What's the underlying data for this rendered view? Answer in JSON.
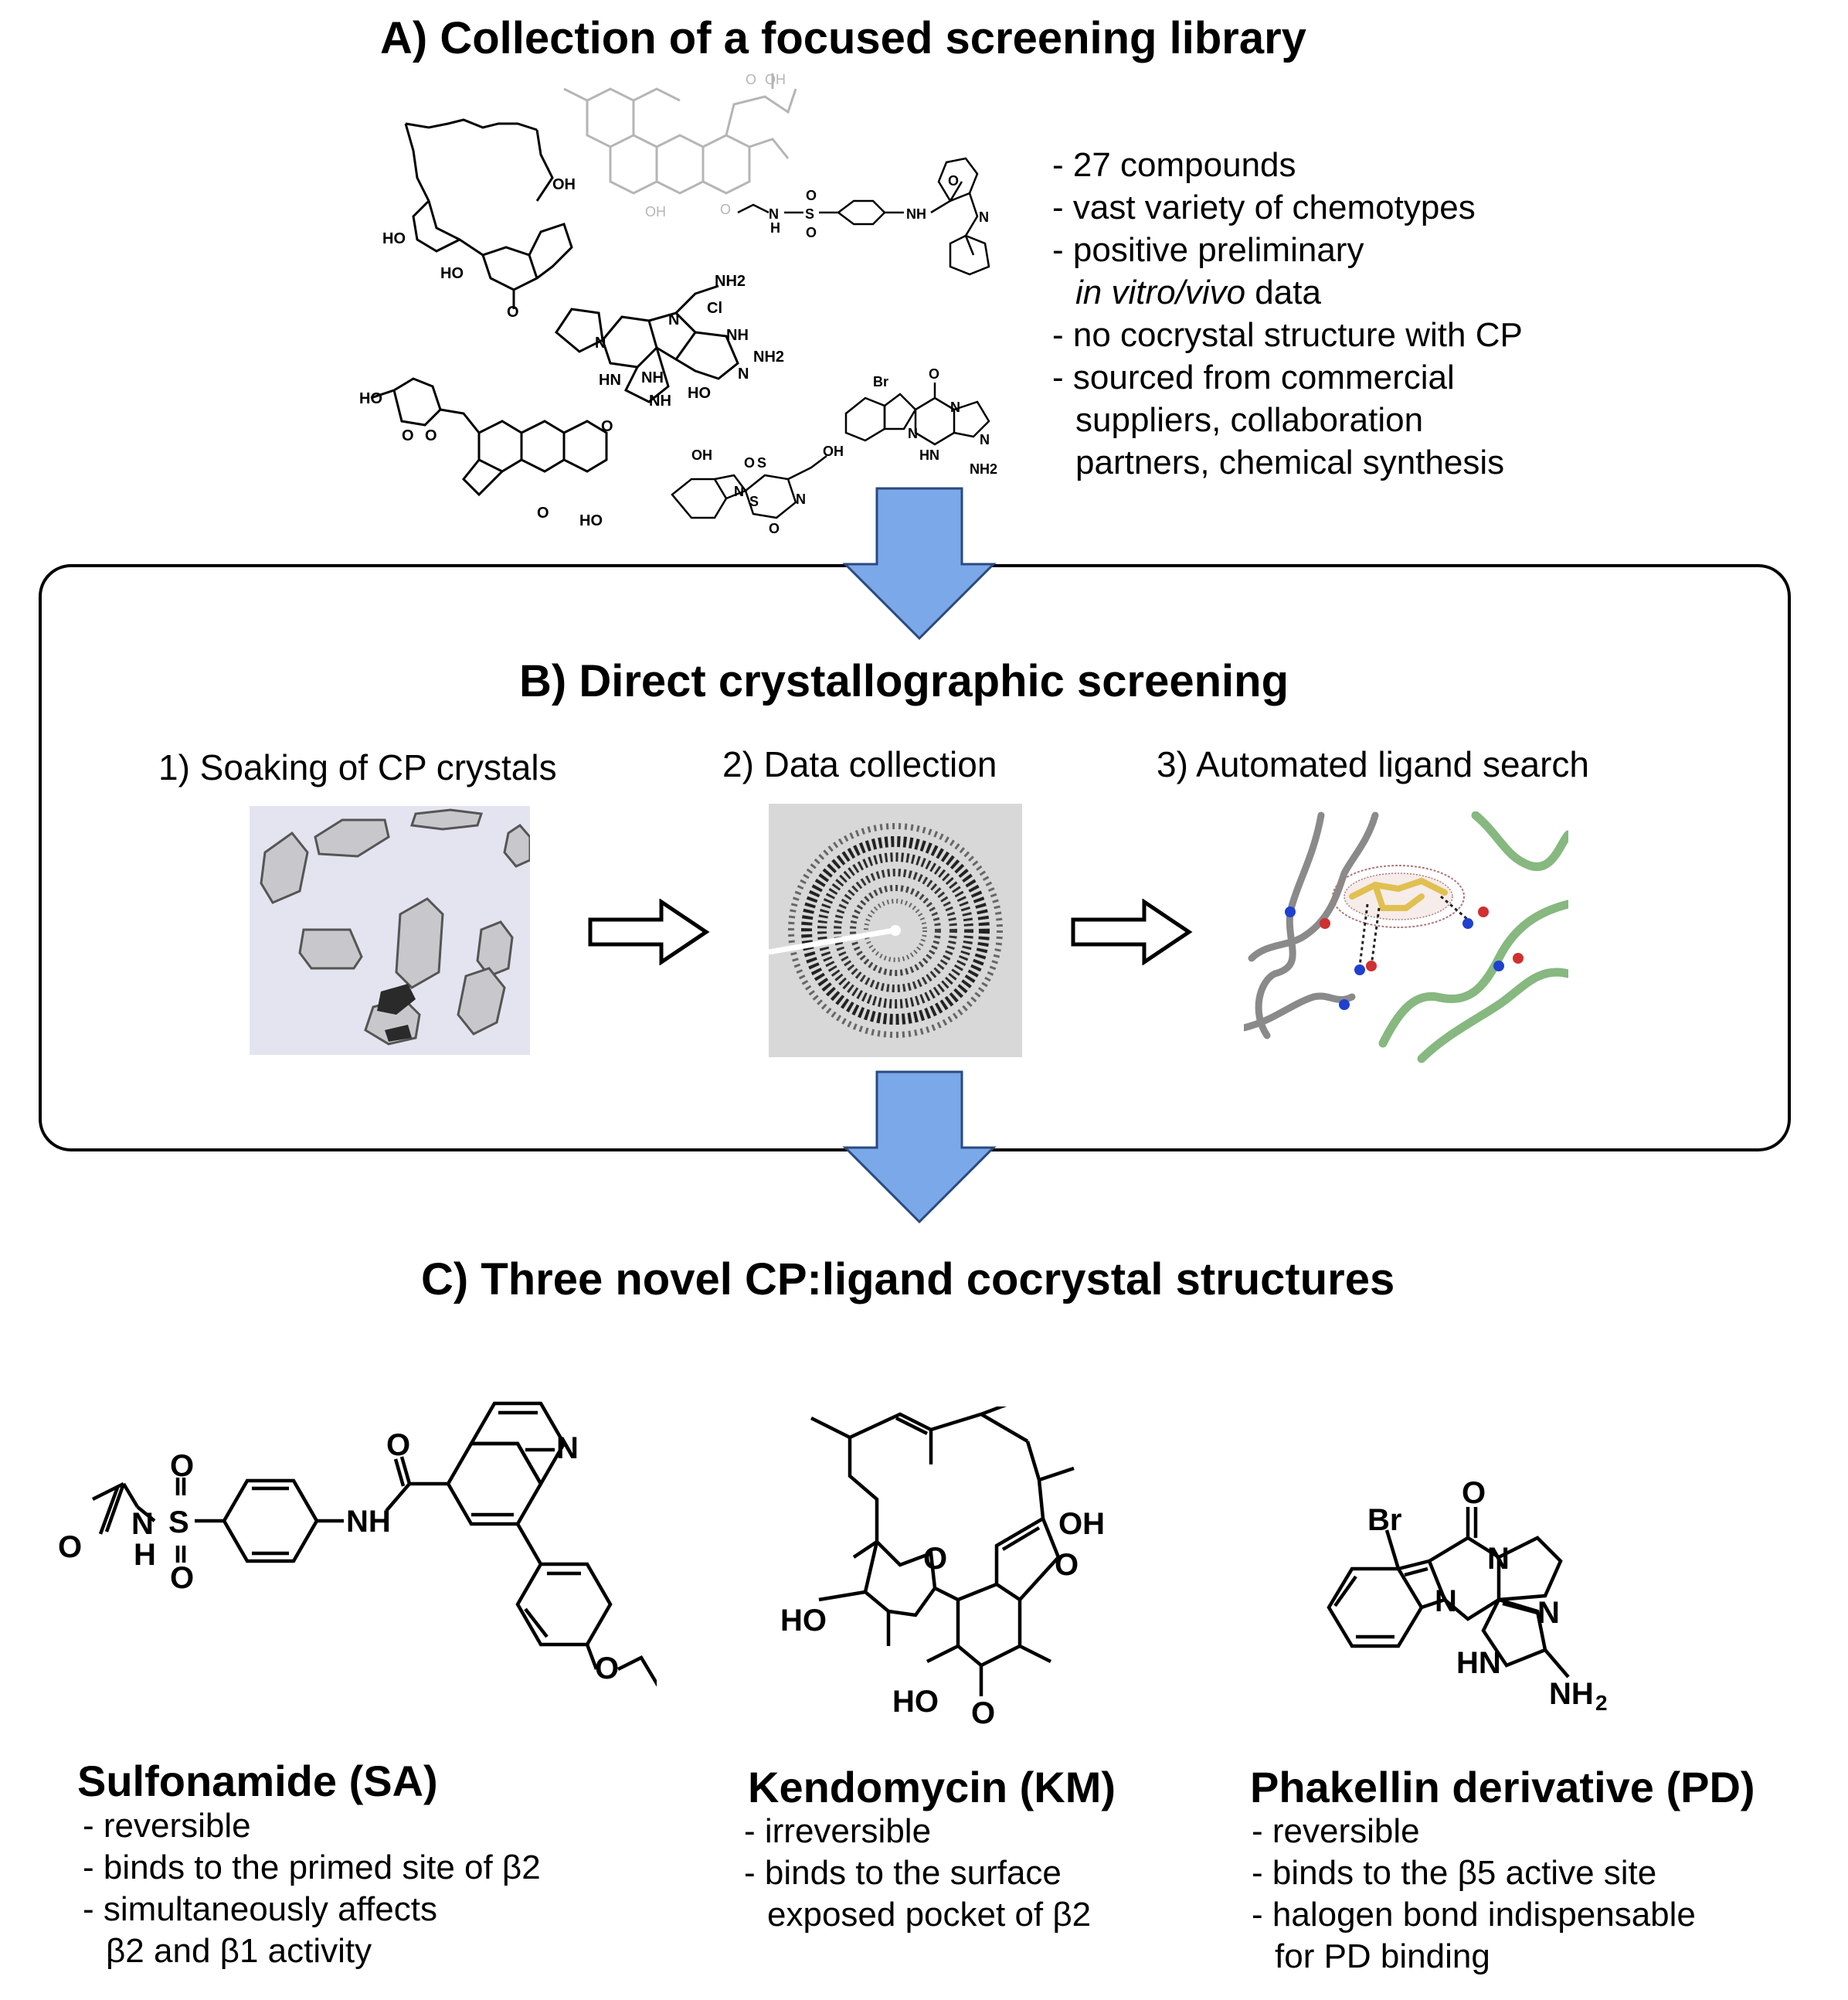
{
  "section_a": {
    "title": "A) Collection of a focused screening library",
    "bullets": [
      "- 27 compounds",
      "- vast variety of chemotypes",
      "- positive preliminary",
      "in vitro/vivo",
      " data",
      "- no cocrystal structure with CP",
      "- sourced from commercial",
      "suppliers, collaboration",
      "partners, chemical synthesis"
    ],
    "structure_labels": [
      "OH",
      "HO",
      "HO",
      "O",
      "O",
      "OH",
      "O",
      "OH",
      "N",
      "H",
      "S",
      "O",
      "O",
      "NH",
      "N",
      "O",
      "NH2",
      "Cl",
      "N",
      "N",
      "NH",
      "HN",
      "NH",
      "NH",
      "HO",
      "N",
      "NH2",
      "Br",
      "O",
      "N",
      "N",
      "N",
      "HN",
      "NH2",
      "HO",
      "O",
      "O",
      "O",
      "HO",
      "OH",
      "S",
      "S",
      "N",
      "N",
      "OH",
      "O",
      "O"
    ]
  },
  "section_b": {
    "title": "B) Direct crystallographic screening",
    "steps": [
      {
        "label": "1) Soaking of CP crystals"
      },
      {
        "label": "2) Data collection"
      },
      {
        "label": "3) Automated ligand search"
      }
    ]
  },
  "section_c": {
    "title": "C) Three novel CP:ligand cocrystal structures",
    "compounds": [
      {
        "name": "Sulfonamide (SA)",
        "bullets": [
          "- reversible",
          "- binds to the primed site of β2",
          "- simultaneously affects",
          "β2 and β1 activity"
        ],
        "atom_labels": [
          "O",
          "N",
          "H",
          "S",
          "O",
          "O",
          "NH",
          "O",
          "N",
          "O"
        ]
      },
      {
        "name": "Kendomycin (KM)",
        "bullets": [
          "- irreversible",
          "- binds to the surface",
          "exposed pocket of β2"
        ],
        "atom_labels": [
          "OH",
          "O",
          "O",
          "HO",
          "HO",
          "O"
        ]
      },
      {
        "name": "Phakellin derivative (PD)",
        "bullets": [
          "- reversible",
          "- binds to the β5 active site",
          "- halogen bond indispensable",
          "for PD binding"
        ],
        "atom_labels": [
          "Br",
          "O",
          "N",
          "N",
          "N",
          "HN",
          "NH",
          "2"
        ]
      }
    ]
  },
  "colors": {
    "flow_arrow": "#7aa8e8",
    "flow_arrow_stroke": "#2a4a80",
    "panel_border": "#000000",
    "ligand_density": "#b07878",
    "protein_green": "#86b880",
    "protein_gray": "#808080"
  }
}
